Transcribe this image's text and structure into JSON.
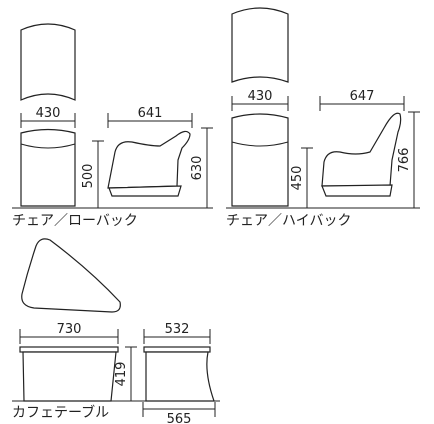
{
  "lowback": {
    "caption": "チェア／ローバック",
    "width": "430",
    "depth": "641",
    "seat_height": "500",
    "height": "630"
  },
  "highback": {
    "caption": "チェア／ハイバック",
    "width": "430",
    "depth": "647",
    "seat_height": "450",
    "height": "766"
  },
  "table": {
    "caption": "カフェテーブル",
    "width": "730",
    "depth": "532",
    "height": "419",
    "depth_bottom": "565"
  }
}
